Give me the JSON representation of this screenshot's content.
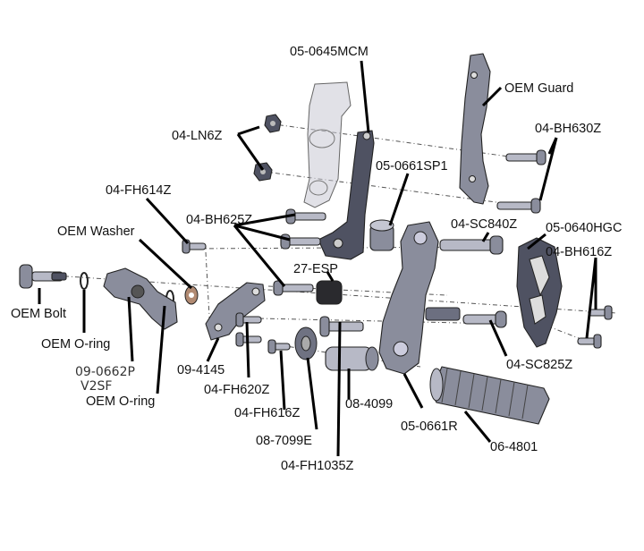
{
  "labels": {
    "p_0645MCM": "05-0645MCM",
    "p_oem_guard": "OEM Guard",
    "p_ln6z": "04-LN6Z",
    "p_bh630z": "04-BH630Z",
    "p_0661sp1": "05-0661SP1",
    "p_fh614z": "04-FH614Z",
    "p_oem_washer": "OEM Washer",
    "p_bh625z": "04-BH625Z",
    "p_sc840z": "04-SC840Z",
    "p_0640hgc": "05-0640HGC",
    "p_bh616z": "04-BH616Z",
    "p_27esp": "27-ESP",
    "p_oem_bolt": "OEM Bolt",
    "p_oem_oring_1": "OEM O-ring",
    "p_0662p_1": "09-0662P",
    "p_0662p_2": "V2SF",
    "p_oem_oring_2": "OEM O-ring",
    "p_4145": "09-4145",
    "p_fh620z": "04-FH620Z",
    "p_sc825z": "04-SC825Z",
    "p_4099": "08-4099",
    "p_fh616z": "04-FH616Z",
    "p_0661r": "05-0661R",
    "p_7099e": "08-7099E",
    "p_4801": "06-4801",
    "p_fh1035z": "04-FH1035Z"
  },
  "colors": {
    "leader": "#000000",
    "part_metal": "#8a8d9c",
    "part_outline": "#222222",
    "background": "#ffffff"
  }
}
